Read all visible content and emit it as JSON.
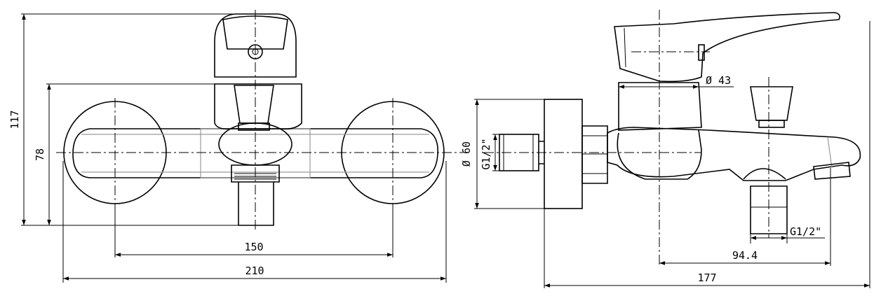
{
  "front_view": {
    "dims": {
      "height_total": "117",
      "height_body": "78",
      "spacing": "150",
      "width_total": "210"
    }
  },
  "side_view": {
    "dims": {
      "handle_dia": "Ø 43",
      "flange_dia": "Ø 60",
      "inlet_thread": "G1/2\"",
      "outlet_thread": "G1/2\"",
      "outlet_offset": "94.4",
      "depth_total": "177"
    }
  }
}
